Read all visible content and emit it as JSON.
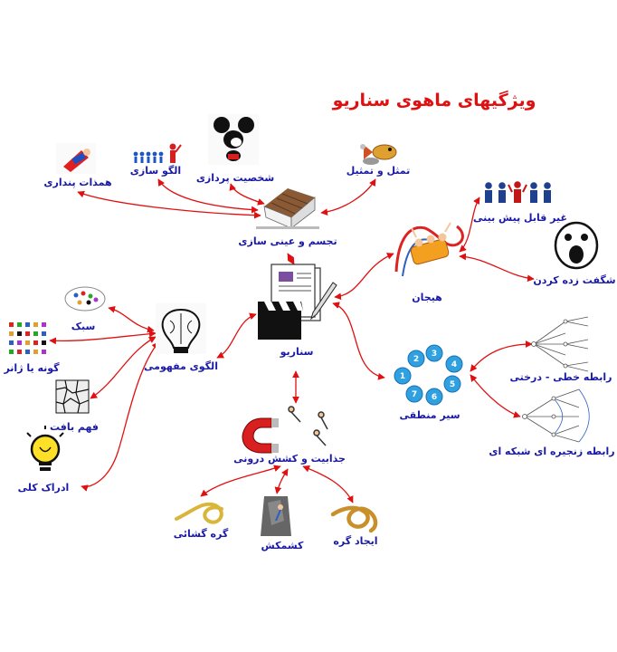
{
  "title": "ویژگیهای ماهوی سناریو",
  "colors": {
    "label": "#1a1aa6",
    "edge": "#e01010",
    "title": "#e01010"
  },
  "nodes": {
    "scenario": "سناریو",
    "embodiment": "تجسم و عینی سازی",
    "empathy": "همذات پنداری",
    "patterning": "الگو سازی",
    "characterization": "شخصیت پردازی",
    "allegory": "تمثل و تمثیل",
    "excitement": "هیجان",
    "unpredictable": "غیر قابل پیش بینی",
    "astonish": "شگفت زده کردن",
    "logical_flow": "سیر منطقی",
    "linear_tree": "رابطه خطی - درختی",
    "network_chain": "رابطه زنجیره ای شبکه ای",
    "attraction": "جذابیت و کشش درونی",
    "untangling": "گره گشائی",
    "struggle": "کشمکش",
    "knotting": "ایجاد گره",
    "conceptual_pattern": "الگوی مفهومی",
    "style": "سبک",
    "genre": "گونه یا ژانر",
    "context": "فهم بافت",
    "holistic": "ادراک کلی"
  }
}
